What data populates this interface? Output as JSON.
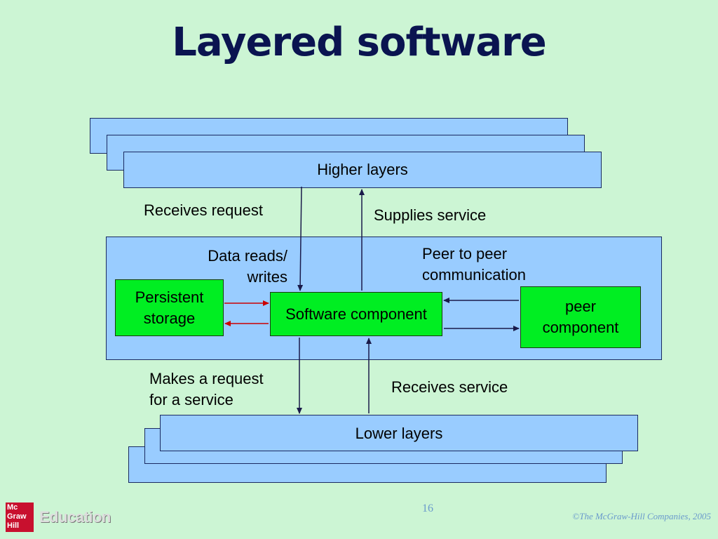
{
  "title": "Layered software",
  "higher_layers": {
    "label": "Higher layers"
  },
  "lower_layers": {
    "label": "Lower layers"
  },
  "boxes": {
    "persistent_storage": {
      "line1": "Persistent",
      "line2": "storage"
    },
    "software_component": "Software component",
    "peer_component": {
      "line1": "peer",
      "line2": "component"
    }
  },
  "labels": {
    "receives_request": "Receives request",
    "supplies_service": "Supplies service",
    "data_rw_1": "Data reads/",
    "data_rw_2": "writes",
    "peer_comm_1": "Peer to peer",
    "peer_comm_2": "communication",
    "makes_request_1": "Makes a request",
    "makes_request_2": "for a service",
    "receives_service": "Receives service"
  },
  "footer": {
    "page_number": "16",
    "copyright": "©The McGraw-Hill Companies, 2005",
    "logo_lines": [
      "Mc",
      "Graw",
      "Hill"
    ],
    "logo_text": "Education"
  },
  "colors": {
    "background": "#ccf5d4",
    "layer_fill": "#99ccff",
    "component_fill": "#00ee22",
    "arrow": "#1a1a4a",
    "storage_arrow": "#cc0000"
  }
}
